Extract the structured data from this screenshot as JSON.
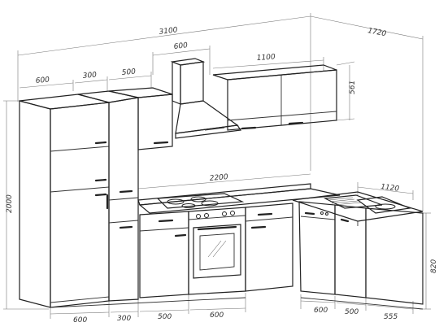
{
  "dimensions": {
    "total_width": "3100",
    "depth_top": "1720",
    "hood_width": "600",
    "wall_cabinet_width": "1100",
    "wall_cabinet_height": "561",
    "tall_left_width_top": "600",
    "tall_mid_width_top": "300",
    "mid_cabinet_width_top": "500",
    "counter_width": "2200",
    "corner_depth": "1120",
    "total_height": "2000",
    "base_height": "820",
    "bottom_600_left": "600",
    "bottom_300": "300",
    "bottom_500": "500",
    "bottom_600_oven": "600",
    "bottom_600_dishwasher": "600",
    "bottom_500_right": "500",
    "bottom_555": "555"
  }
}
